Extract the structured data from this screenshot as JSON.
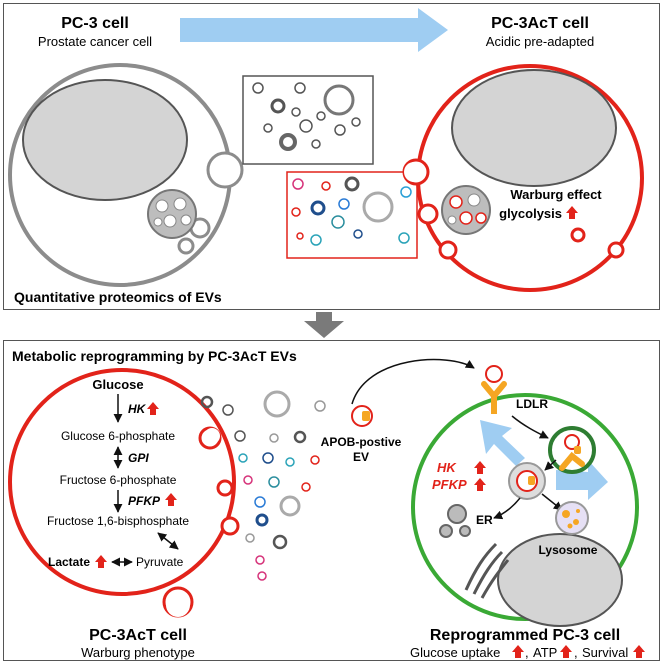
{
  "top_panel": {
    "source_cell_title": "PC-3 cell",
    "source_cell_subtitle": "Prostate cancer cell",
    "target_cell_title": "PC-3AcT cell",
    "target_cell_subtitle": "Acidic pre-adapted",
    "warburg_label": "Warburg effect",
    "glycolysis_label": "glycolysis",
    "footer_label": "Quantitative proteomics of EVs"
  },
  "bottom_panel": {
    "title": "Metabolic reprogramming by PC-3AcT EVs",
    "pathway": {
      "glucose": "Glucose",
      "hk": "HK",
      "glucose6p": "Glucose 6-phosphate",
      "gpi": "GPI",
      "fructose6p": "Fructose 6-phosphate",
      "pfkp": "PFKP",
      "fructose16bp": "Fructose 1,6-bisphosphate",
      "lactate": "Lactate",
      "pyruvate": "Pyruvate"
    },
    "left_cell_title": "PC-3AcT cell",
    "left_cell_subtitle": "Warburg phenotype",
    "apob_line1": "APOB-postive",
    "apob_line2": "EV",
    "ldlr_label": "LDLR",
    "hk_label": "HK",
    "pfkp_label": "PFKP",
    "er_label": "ER",
    "lysosome_label": "Lysosome",
    "right_cell_title": "Reprogrammed PC-3 cell",
    "outcomes": [
      "Glucose uptake",
      "ATP",
      "Survival"
    ]
  },
  "colors": {
    "red": "#e2231a",
    "green": "#3aa935",
    "orange": "#f5a623",
    "blue_arrow": "#9fcdf2",
    "gray_cell": "#8c8c8c",
    "nucleus_fill": "#d4d4d4",
    "down_arrow": "#7a7a7a"
  }
}
